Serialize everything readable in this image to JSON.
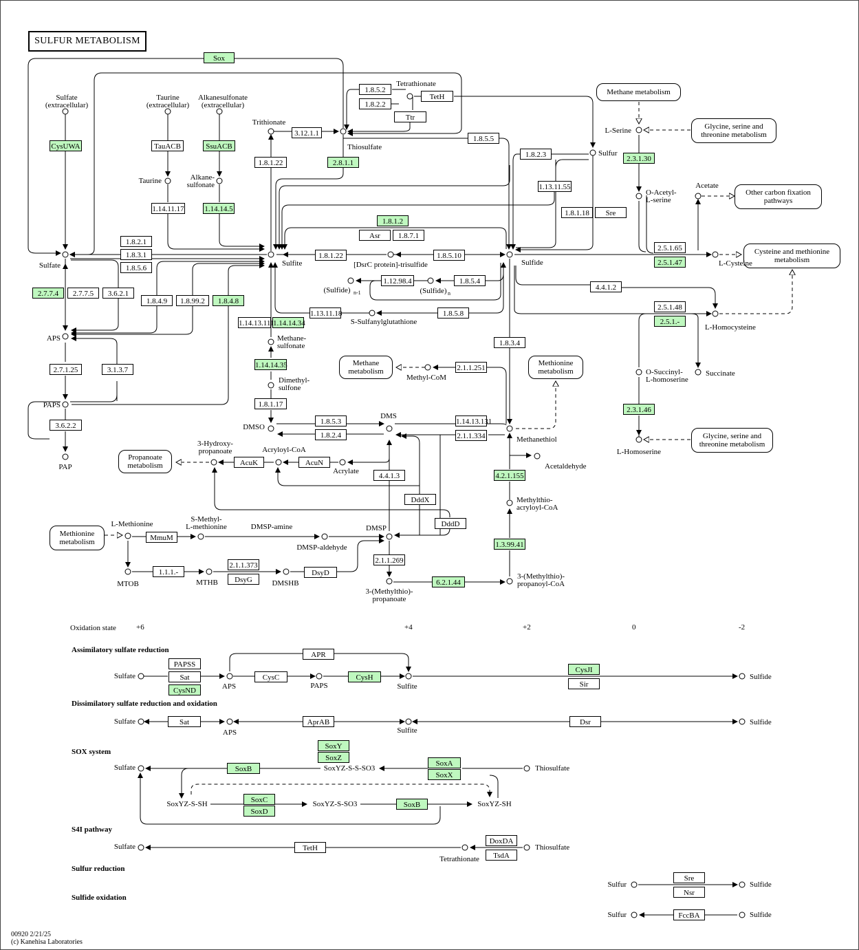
{
  "title": "SULFUR METABOLISM",
  "footer": {
    "line1": "00920 2/21/25",
    "line2": "(c) Kanehisa Laboratories"
  },
  "colors": {
    "highlighted_enzyme": "#bff8bf",
    "line": "#000000"
  },
  "enzymes": [
    {
      "id": "sox",
      "label": "Sox",
      "green": true
    },
    {
      "id": "cysuwa",
      "label": "CysUWA",
      "green": true
    },
    {
      "id": "tauacb",
      "label": "TauACB",
      "green": false
    },
    {
      "id": "ssuacb",
      "label": "SsuACB",
      "green": true
    },
    {
      "id": "e114117",
      "label": "1.14.11.17",
      "green": false
    },
    {
      "id": "e114145",
      "label": "1.14.14.5",
      "green": true
    },
    {
      "id": "e3121",
      "label": "3.12.1.1",
      "green": false
    },
    {
      "id": "e1852",
      "label": "1.8.5.2",
      "green": false
    },
    {
      "id": "e1822",
      "label": "1.8.2.2",
      "green": false
    },
    {
      "id": "teth",
      "label": "TetH",
      "green": false
    },
    {
      "id": "ttr",
      "label": "Ttr",
      "green": false
    },
    {
      "id": "e18122a",
      "label": "1.8.1.22",
      "green": false
    },
    {
      "id": "e2811",
      "label": "2.8.1.1",
      "green": true
    },
    {
      "id": "e1855",
      "label": "1.8.5.5",
      "green": false
    },
    {
      "id": "e1823",
      "label": "1.8.2.3",
      "green": false
    },
    {
      "id": "e1131155",
      "label": "1.13.11.55",
      "green": false
    },
    {
      "id": "e18118",
      "label": "1.8.1.18",
      "green": false
    },
    {
      "id": "sre1",
      "label": "Sre",
      "green": false
    },
    {
      "id": "e1812",
      "label": "1.8.1.2",
      "green": true
    },
    {
      "id": "asr",
      "label": "Asr",
      "green": false
    },
    {
      "id": "e1871",
      "label": "1.8.7.1",
      "green": false
    },
    {
      "id": "e1821",
      "label": "1.8.2.1",
      "green": false
    },
    {
      "id": "e1831",
      "label": "1.8.3.1",
      "green": false
    },
    {
      "id": "e1856",
      "label": "1.8.5.6",
      "green": false
    },
    {
      "id": "e18122b",
      "label": "1.8.1.22",
      "green": false
    },
    {
      "id": "e18510",
      "label": "1.8.5.10",
      "green": false
    },
    {
      "id": "e112984",
      "label": "1.12.98.4",
      "green": false
    },
    {
      "id": "e1854",
      "label": "1.8.5.4",
      "green": false
    },
    {
      "id": "e2774",
      "label": "2.7.7.4",
      "green": true
    },
    {
      "id": "e2775",
      "label": "2.7.7.5",
      "green": false
    },
    {
      "id": "e3621",
      "label": "3.6.2.1",
      "green": false
    },
    {
      "id": "e1849",
      "label": "1.8.4.9",
      "green": false
    },
    {
      "id": "e18992",
      "label": "1.8.99.2",
      "green": false
    },
    {
      "id": "e1848",
      "label": "1.8.4.8",
      "green": true
    },
    {
      "id": "e11413111",
      "label": "1.14.13.111",
      "green": false
    },
    {
      "id": "e11414134",
      "label": "1.14.14.34",
      "green": true
    },
    {
      "id": "e113118",
      "label": "1.13.11.18",
      "green": false
    },
    {
      "id": "e1858",
      "label": "1.8.5.8",
      "green": false
    },
    {
      "id": "e4412a",
      "label": "4.4.1.2",
      "green": false
    },
    {
      "id": "e2311",
      "label": "2.3.1.30",
      "green": true
    },
    {
      "id": "e25165",
      "label": "2.5.1.65",
      "green": false
    },
    {
      "id": "e25147",
      "label": "2.5.1.47",
      "green": true
    },
    {
      "id": "e25148",
      "label": "2.5.1.48",
      "green": false
    },
    {
      "id": "e251",
      "label": "2.5.1.-",
      "green": true
    },
    {
      "id": "e1834",
      "label": "1.8.3.4",
      "green": false
    },
    {
      "id": "e11414135",
      "label": "1.14.14.35",
      "green": true
    },
    {
      "id": "e21251",
      "label": "2.1.1.251",
      "green": false
    },
    {
      "id": "e27125",
      "label": "2.7.1.25",
      "green": false
    },
    {
      "id": "e3137",
      "label": "3.1.3.7",
      "green": false
    },
    {
      "id": "e18117",
      "label": "1.8.1.17",
      "green": false
    },
    {
      "id": "e2346",
      "label": "2.3.1.46",
      "green": true
    },
    {
      "id": "e3622",
      "label": "3.6.2.2",
      "green": false
    },
    {
      "id": "e1853",
      "label": "1.8.5.3",
      "green": false
    },
    {
      "id": "e1824",
      "label": "1.8.2.4",
      "green": false
    },
    {
      "id": "e11413131",
      "label": "1.14.13.131",
      "green": false
    },
    {
      "id": "e211334",
      "label": "2.1.1.334",
      "green": false
    },
    {
      "id": "acuk",
      "label": "AcuK",
      "green": false
    },
    {
      "id": "acun",
      "label": "AcuN",
      "green": false
    },
    {
      "id": "e4413",
      "label": "4.4.1.3",
      "green": false
    },
    {
      "id": "dddx",
      "label": "DddX",
      "green": false
    },
    {
      "id": "dddd",
      "label": "DddD",
      "green": false
    },
    {
      "id": "e421155",
      "label": "4.2.1.155",
      "green": true
    },
    {
      "id": "mmun",
      "label": "MmuM",
      "green": false
    },
    {
      "id": "e211373",
      "label": "2.1.1.373",
      "green": false
    },
    {
      "id": "dsyg",
      "label": "DsyG",
      "green": false
    },
    {
      "id": "dsyd",
      "label": "DsyD",
      "green": false
    },
    {
      "id": "e111",
      "label": "1.1.1.-",
      "green": false
    },
    {
      "id": "e211269",
      "label": "2.1.1.269",
      "green": false
    },
    {
      "id": "e62144",
      "label": "6.2.1.44",
      "green": true
    },
    {
      "id": "e139941",
      "label": "1.3.99.41",
      "green": true
    },
    {
      "id": "apr",
      "label": "APR",
      "green": false
    },
    {
      "id": "papss",
      "label": "PAPSS",
      "green": false
    },
    {
      "id": "sat1",
      "label": "Sat",
      "green": false
    },
    {
      "id": "cysnd",
      "label": "CysND",
      "green": true
    },
    {
      "id": "cysc",
      "label": "CysC",
      "green": false
    },
    {
      "id": "cysh",
      "label": "CysH",
      "green": true
    },
    {
      "id": "cysji",
      "label": "CysJI",
      "green": true
    },
    {
      "id": "sir",
      "label": "Sir",
      "green": false
    },
    {
      "id": "sat2",
      "label": "Sat",
      "green": false
    },
    {
      "id": "aprab",
      "label": "AprAB",
      "green": false
    },
    {
      "id": "dsr",
      "label": "Dsr",
      "green": false
    },
    {
      "id": "soxy",
      "label": "SoxY",
      "green": true
    },
    {
      "id": "soxz",
      "label": "SoxZ",
      "green": true
    },
    {
      "id": "soxb1",
      "label": "SoxB",
      "green": true
    },
    {
      "id": "soxa",
      "label": "SoxA",
      "green": true
    },
    {
      "id": "soxx",
      "label": "SoxX",
      "green": true
    },
    {
      "id": "soxc",
      "label": "SoxC",
      "green": true
    },
    {
      "id": "soxd",
      "label": "SoxD",
      "green": true
    },
    {
      "id": "soxb2",
      "label": "SoxB",
      "green": true
    },
    {
      "id": "teth2",
      "label": "TetH",
      "green": false
    },
    {
      "id": "doxda",
      "label": "DoxDA",
      "green": false
    },
    {
      "id": "tsda",
      "label": "TsdA",
      "green": false
    },
    {
      "id": "sre2",
      "label": "Sre",
      "green": false
    },
    {
      "id": "nsr",
      "label": "Nsr",
      "green": false
    },
    {
      "id": "fccba",
      "label": "FccBA",
      "green": false
    }
  ],
  "maps": [
    {
      "id": "methane1",
      "label": "Methane metabolism"
    },
    {
      "id": "glycine1",
      "label": "Glycine, serine and threonine metabolism"
    },
    {
      "id": "carbonfix",
      "label": "Other carbon fixation pathways"
    },
    {
      "id": "cysmet",
      "label": "Cysteine and methionine metabolism"
    },
    {
      "id": "methane2",
      "label": "Methane metabolism"
    },
    {
      "id": "methionine1",
      "label": "Methionine metabolism"
    },
    {
      "id": "glycine2",
      "label": "Glycine, serine and threonine metabolism"
    },
    {
      "id": "propanoate",
      "label": "Propanoate metabolism"
    },
    {
      "id": "methionine2",
      "label": "Methionine metabolism"
    }
  ],
  "compounds": [
    {
      "id": "sulfate_ext",
      "label": "Sulfate\n(extracellular)"
    },
    {
      "id": "taurine_ext",
      "label": "Taurine\n(extracellular)"
    },
    {
      "id": "alkanesulfonate_ext",
      "label": "Alkanesulfonate\n(extracellular)"
    },
    {
      "id": "trithionate",
      "label": "Trithionate"
    },
    {
      "id": "tetrathionate",
      "label": "Tetrathionate"
    },
    {
      "id": "thiosulfate",
      "label": "Thiosulfate"
    },
    {
      "id": "taurine",
      "label": "Taurine"
    },
    {
      "id": "alkanesulfonate",
      "label": "Alkane-\nsulfonate"
    },
    {
      "id": "sulfur",
      "label": "Sulfur"
    },
    {
      "id": "lserine",
      "label": "L-Serine"
    },
    {
      "id": "oacetyl",
      "label": "O-Acetyl-\nL-serine"
    },
    {
      "id": "acetate",
      "label": "Acetate"
    },
    {
      "id": "sulfate",
      "label": "Sulfate"
    },
    {
      "id": "sulfite",
      "label": "Sulfite"
    },
    {
      "id": "dsrc",
      "label": "[DsrC protein]-trisulfide"
    },
    {
      "id": "sulfide",
      "label": "Sulfide"
    },
    {
      "id": "lcysteine",
      "label": "L-Cysteine"
    },
    {
      "id": "sulfide_n1",
      "label": "(Sulfide)"
    },
    {
      "id": "sulfide_n1_sub",
      "label": "n-1"
    },
    {
      "id": "sulfide_n",
      "label": "(Sulfide)"
    },
    {
      "id": "sulfide_n_sub",
      "label": "n"
    },
    {
      "id": "aps",
      "label": "APS"
    },
    {
      "id": "ssulfanyl",
      "label": "S-Sulfanylglutathione"
    },
    {
      "id": "lhomocysteine",
      "label": "L-Homocysteine"
    },
    {
      "id": "methanesulfonate",
      "label": "Methane-\nsulfonate"
    },
    {
      "id": "methylcom",
      "label": "Methyl-CoM"
    },
    {
      "id": "osuccinyl",
      "label": "O-Succinyl-\nL-homoserine"
    },
    {
      "id": "succinate",
      "label": "Succinate"
    },
    {
      "id": "dimethylsulfone",
      "label": "Dimethyl-\nsulfone"
    },
    {
      "id": "paps",
      "label": "PAPS"
    },
    {
      "id": "dmso",
      "label": "DMSO"
    },
    {
      "id": "dms",
      "label": "DMS"
    },
    {
      "id": "methanethiol",
      "label": "Methanethiol"
    },
    {
      "id": "lhomoserine",
      "label": "L-Homoserine"
    },
    {
      "id": "hydroxypropanoate",
      "label": "3-Hydroxy-\npropanoate"
    },
    {
      "id": "acryloylcoa",
      "label": "Acryloyl-CoA"
    },
    {
      "id": "acrylate",
      "label": "Acrylate"
    },
    {
      "id": "acetaldehyde",
      "label": "Acetaldehyde"
    },
    {
      "id": "pap",
      "label": "PAP"
    },
    {
      "id": "methylthioacryloyl",
      "label": "Methylthio-\nacryloyl-CoA"
    },
    {
      "id": "lmethionine",
      "label": "L-Methionine"
    },
    {
      "id": "smethyl",
      "label": "S-Methyl-\nL-methionine"
    },
    {
      "id": "dmspamine",
      "label": "DMSP-amine"
    },
    {
      "id": "dmsp",
      "label": "DMSP"
    },
    {
      "id": "dmspaldehyde",
      "label": "DMSP-aldehyde"
    },
    {
      "id": "mtob",
      "label": "MTOB"
    },
    {
      "id": "mthb",
      "label": "MTHB"
    },
    {
      "id": "dmshb",
      "label": "DMSHB"
    },
    {
      "id": "methylthiopropanoylcoa",
      "label": "3-(Methylthio)-\npropanoyl-CoA"
    },
    {
      "id": "methylthiopropanoate",
      "label": "3-(Methylthio)-\npropanoate"
    }
  ],
  "oxidation": {
    "label": "Oxidation state",
    "states": [
      "+6",
      "+4",
      "+2",
      "0",
      "-2"
    ]
  },
  "modules": [
    {
      "id": "assim",
      "title": "Assimilatory sulfate reduction"
    },
    {
      "id": "dissim",
      "title": "Dissimilatory sulfate reduction and oxidation"
    },
    {
      "id": "sox",
      "title": "SOX system"
    },
    {
      "id": "s4i",
      "title": "S4I pathway"
    },
    {
      "id": "sred",
      "title": "Sulfur reduction"
    },
    {
      "id": "sox2",
      "title": "Sulfide oxidation"
    }
  ],
  "module_labels": [
    {
      "id": "m_sulfate1",
      "label": "Sulfate"
    },
    {
      "id": "m_aps1",
      "label": "APS"
    },
    {
      "id": "m_paps1",
      "label": "PAPS"
    },
    {
      "id": "m_sulfite1",
      "label": "Sulfite"
    },
    {
      "id": "m_sulfide1",
      "label": "Sulfide"
    },
    {
      "id": "m_sulfate2",
      "label": "Sulfate"
    },
    {
      "id": "m_aps2",
      "label": "APS"
    },
    {
      "id": "m_sulfite2",
      "label": "Sulfite"
    },
    {
      "id": "m_sulfide2",
      "label": "Sulfide"
    },
    {
      "id": "m_sulfate3",
      "label": "Sulfate"
    },
    {
      "id": "m_soxyzsss",
      "label": "SoxYZ-S-S-SO3"
    },
    {
      "id": "m_thiosulfate3",
      "label": "Thiosulfate"
    },
    {
      "id": "m_soxyzsh1",
      "label": "SoxYZ-S-SH"
    },
    {
      "id": "m_soxyzsso3",
      "label": "SoxYZ-S-SO3"
    },
    {
      "id": "m_soxyzsh2",
      "label": "SoxYZ-SH"
    },
    {
      "id": "m_sulfate4",
      "label": "Sulfate"
    },
    {
      "id": "m_tetrathionate4",
      "label": "Tetrathionate"
    },
    {
      "id": "m_thiosulfate4",
      "label": "Thiosulfate"
    },
    {
      "id": "m_sulfur5",
      "label": "Sulfur"
    },
    {
      "id": "m_sulfide5",
      "label": "Sulfide"
    },
    {
      "id": "m_sulfur6",
      "label": "Sulfur"
    },
    {
      "id": "m_sulfide6",
      "label": "Sulfide"
    }
  ]
}
